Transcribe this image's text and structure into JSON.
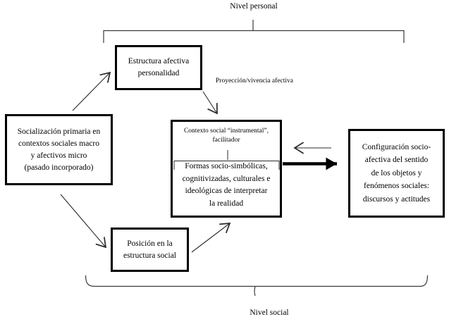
{
  "title_top": "Nivel personal",
  "title_bottom": "Nivel social",
  "arrow_label": "Proyección/vivencia afectiva",
  "boxes": {
    "socializacion": {
      "lines": [
        "Socialización primaria en",
        "contextos sociales macro",
        "y afectivos micro",
        "(pasado incorporado)"
      ]
    },
    "estructura": {
      "lines": [
        "Estructura afectiva",
        "personalidad"
      ]
    },
    "contexto": {
      "header_lines": [
        "Contexto social “instrumental”,",
        "facilitador"
      ],
      "body_lines": [
        "Formas socio-simbólicas,",
        "cognitivizadas, culturales e",
        "ideológicas de interpretar",
        "la realidad"
      ]
    },
    "posicion": {
      "lines": [
        "Posición en la",
        "estructura social"
      ]
    },
    "configuracion": {
      "lines": [
        "Configuración socio-",
        "afectiva del sentido",
        "de los objetos y",
        "fenómenos sociales:",
        "discursos y actitudes"
      ]
    }
  },
  "colors": {
    "background": "#ffffff",
    "box_border": "#000000",
    "thin_line": "#2b2b2b",
    "thick_arrow": "#000000",
    "text": "#000000"
  }
}
